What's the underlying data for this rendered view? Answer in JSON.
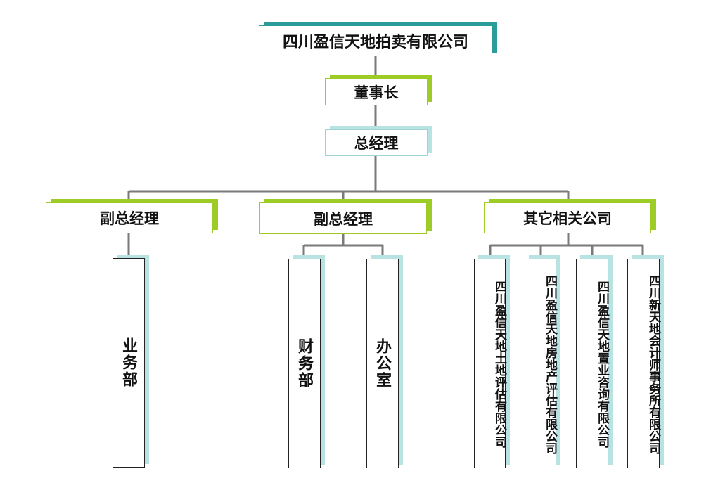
{
  "org": {
    "company": "四川盈信天地拍卖有限公司",
    "chairman": "董事长",
    "general_manager": "总经理",
    "deputy_1": "副总经理",
    "deputy_2": "副总经理",
    "related": "其它相关公司",
    "dept_business": "业务部",
    "dept_finance": "财务部",
    "dept_office": "办公室",
    "sub_1": "四川盈信天地土地评估有限公司",
    "sub_2": "四川盈信天地房地产评估有限公司",
    "sub_3": "四川盈信天地置业咨询有限公司",
    "sub_4": "四川新天地会计师事务所有限公司"
  },
  "colors": {
    "connector": "#7a7a7a",
    "teal": "#2a9d9a",
    "green": "#9dcc26",
    "light_teal": "#b9e2e2"
  }
}
